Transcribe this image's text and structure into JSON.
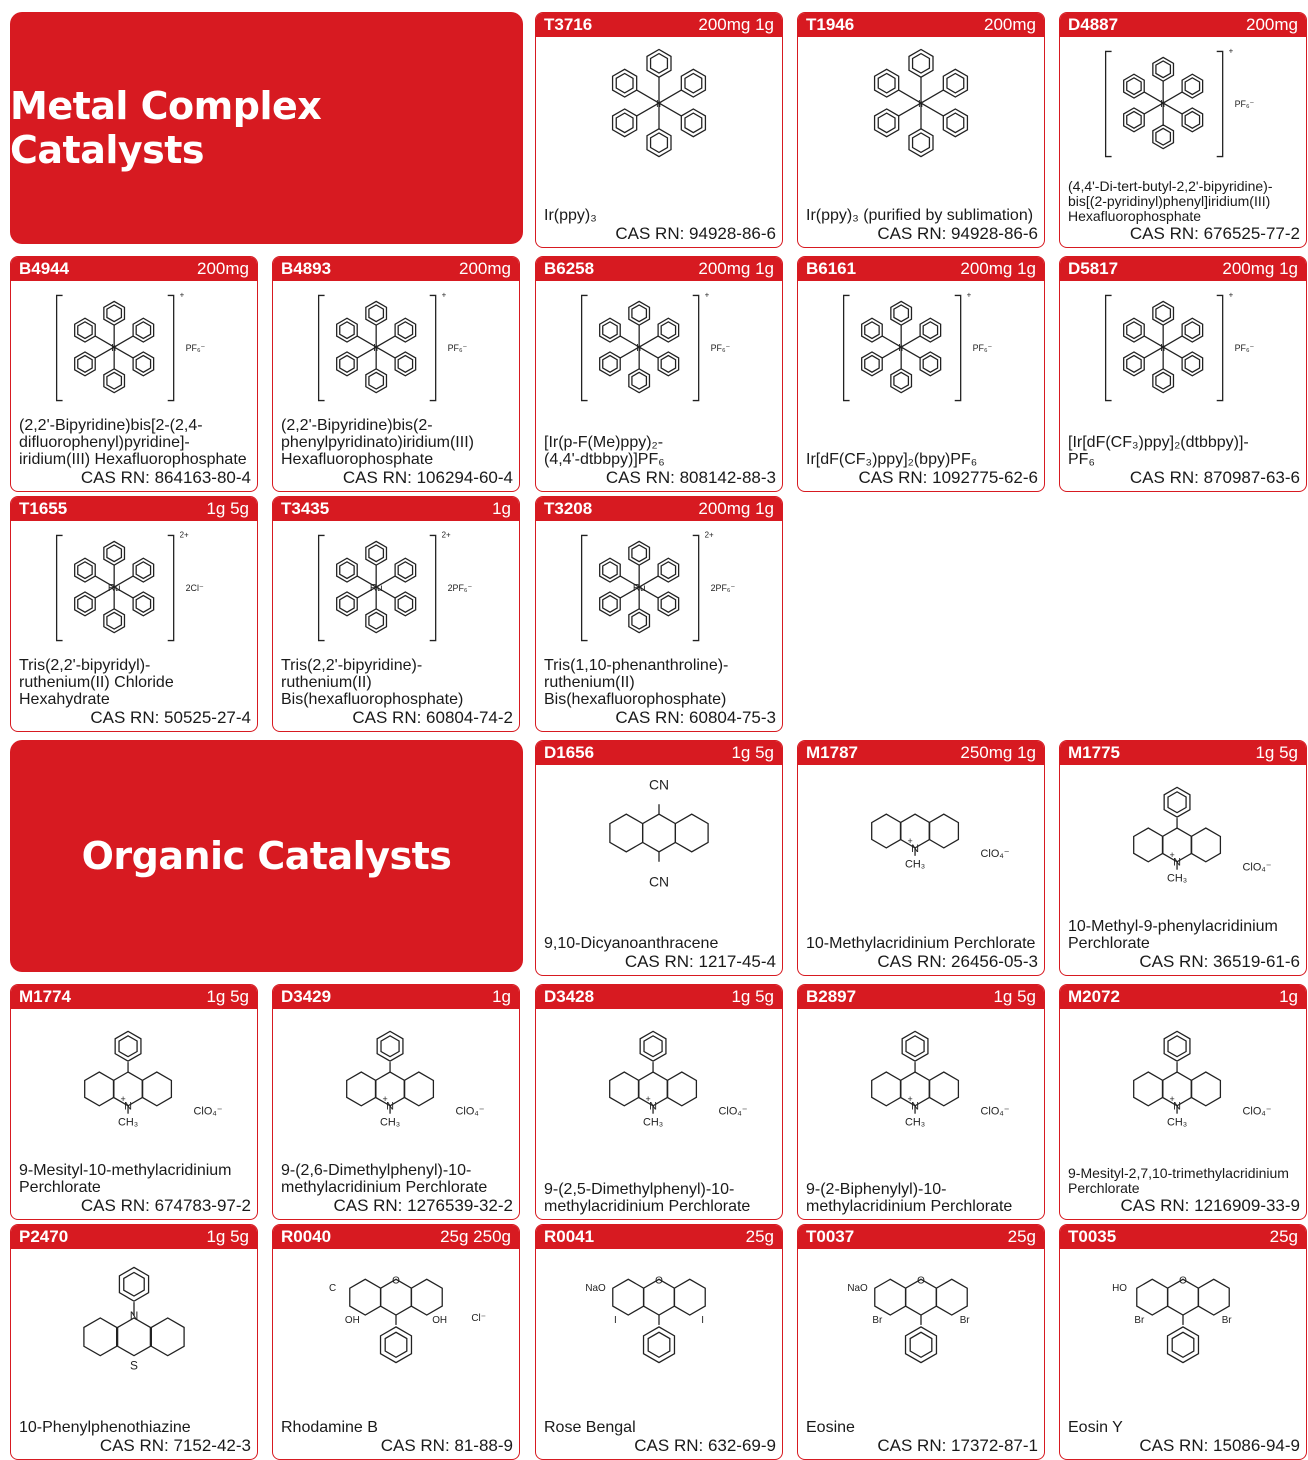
{
  "sections": [
    {
      "title": "Metal Complex Catalysts"
    },
    {
      "title": "Organic Catalysts"
    }
  ],
  "cards": [
    {
      "code": "T3716",
      "pack": "200mg 1g",
      "name": "Ir(ppy)₃",
      "cas": "CAS RN: 94928-86-6",
      "structure": "ir3"
    },
    {
      "code": "T1946",
      "pack": "200mg",
      "name": "Ir(ppy)₃ (purified by sublimation)",
      "cas": "CAS RN: 94928-86-6",
      "structure": "ir3"
    },
    {
      "code": "D4887",
      "pack": "200mg",
      "name": "(4,4'-Di-tert-butyl-2,2'-bipyridine)-\nbis[(2-pyridinyl)phenyl]iridium(III)\nHexafluorophosphate",
      "cas": "CAS RN: 676525-77-2",
      "structure": "irsalt",
      "ion": "PF₆⁻",
      "charge": "+",
      "small": true
    },
    {
      "code": "B4944",
      "pack": "200mg",
      "name": "(2,2'-Bipyridine)bis[2-(2,4-\ndifluorophenyl)pyridine]-\niridium(III) Hexafluorophosphate",
      "cas": "CAS RN: 864163-80-4",
      "structure": "irsalt",
      "ion": "PF₆⁻",
      "charge": "+"
    },
    {
      "code": "B4893",
      "pack": "200mg",
      "name": "(2,2'-Bipyridine)bis(2-\nphenylpyridinato)iridium(III)\nHexafluorophosphate",
      "cas": "CAS RN: 106294-60-4",
      "structure": "irsalt",
      "ion": "PF₆⁻",
      "charge": "+"
    },
    {
      "code": "B6258",
      "pack": "200mg 1g",
      "name": "[Ir(p-F(Me)ppy)₂-\n(4,4'-dtbbpy)]PF₆",
      "cas": "CAS RN: 808142-88-3",
      "structure": "irsalt",
      "ion": "PF₆⁻",
      "charge": "+"
    },
    {
      "code": "B6161",
      "pack": "200mg 1g",
      "name": "Ir[dF(CF₃)ppy]₂(bpy)PF₆",
      "cas": "CAS RN: 1092775-62-6",
      "structure": "irsalt",
      "ion": "PF₆⁻",
      "charge": "+"
    },
    {
      "code": "D5817",
      "pack": "200mg 1g",
      "name": "[Ir[dF(CF₃)ppy]₂(dtbbpy)]-\nPF₆",
      "cas": "CAS RN: 870987-63-6",
      "structure": "irsalt",
      "ion": "PF₆⁻",
      "charge": "+"
    },
    {
      "code": "T1655",
      "pack": "1g 5g",
      "name": "Tris(2,2'-bipyridyl)-\nruthenium(II) Chloride\nHexahydrate",
      "cas": "CAS RN: 50525-27-4",
      "structure": "rusalt",
      "ion": "2Cl⁻",
      "charge": "2+"
    },
    {
      "code": "T3435",
      "pack": "1g",
      "name": "Tris(2,2'-bipyridine)-\nruthenium(II)\nBis(hexafluorophosphate)",
      "cas": "CAS RN: 60804-74-2",
      "structure": "rusalt",
      "ion": "2PF₆⁻",
      "charge": "2+"
    },
    {
      "code": "T3208",
      "pack": "200mg 1g",
      "name": "Tris(1,10-phenanthroline)-\nruthenium(II)\nBis(hexafluorophosphate)",
      "cas": "CAS RN: 60804-75-3",
      "structure": "rusalt",
      "ion": "2PF₆⁻",
      "charge": "2+"
    },
    {
      "code": "D1656",
      "pack": "1g 5g",
      "name": "9,10-Dicyanoanthracene",
      "cas": "CAS RN: 1217-45-4",
      "structure": "anthracene",
      "subs": [
        "CN",
        "CN"
      ]
    },
    {
      "code": "M1787",
      "pack": "250mg 1g",
      "name": "10-Methylacridinium Perchlorate",
      "cas": "CAS RN: 26456-05-3",
      "structure": "acridinium",
      "ion": "ClO₄⁻",
      "subs": [
        "CH₃",
        "N",
        "+"
      ]
    },
    {
      "code": "M1775",
      "pack": "1g 5g",
      "name": "10-Methyl-9-phenylacridinium\nPerchlorate",
      "cas": "CAS RN: 36519-61-6",
      "structure": "arylacridinium",
      "ion": "ClO₄⁻",
      "subs": [
        "CH₃",
        "N",
        "+"
      ]
    },
    {
      "code": "M1774",
      "pack": "1g 5g",
      "name": "9-Mesityl-10-methylacridinium\nPerchlorate",
      "cas": "CAS RN: 674783-97-2",
      "structure": "arylacridinium",
      "ion": "ClO₄⁻",
      "subs": [
        "CH₃",
        "N",
        "+"
      ]
    },
    {
      "code": "D3429",
      "pack": "1g",
      "name": "9-(2,6-Dimethylphenyl)-10-\nmethylacridinium Perchlorate",
      "cas": "CAS RN: 1276539-32-2",
      "structure": "arylacridinium",
      "ion": "ClO₄⁻",
      "subs": [
        "CH₃",
        "N",
        "+"
      ]
    },
    {
      "code": "D3428",
      "pack": "1g 5g",
      "name": "9-(2,5-Dimethylphenyl)-10-\nmethylacridinium Perchlorate",
      "cas": "",
      "structure": "arylacridinium",
      "ion": "ClO₄⁻",
      "subs": [
        "CH₃",
        "N",
        "+"
      ]
    },
    {
      "code": "B2897",
      "pack": "1g 5g",
      "name": "9-(2-Biphenylyl)-10-\nmethylacridinium Perchlorate",
      "cas": "",
      "structure": "arylacridinium",
      "ion": "ClO₄⁻",
      "subs": [
        "CH₃",
        "N",
        "+"
      ]
    },
    {
      "code": "M2072",
      "pack": "1g",
      "name": "9-Mesityl-2,7,10-trimethylacridinium\nPerchlorate",
      "cas": "CAS RN: 1216909-33-9",
      "structure": "arylacridinium",
      "ion": "ClO₄⁻",
      "subs": [
        "CH₃",
        "N",
        "+"
      ],
      "small": true
    },
    {
      "code": "P2470",
      "pack": "1g 5g",
      "name": "10-Phenylphenothiazine",
      "cas": "CAS RN: 7152-42-3",
      "structure": "phenothiazine",
      "subs": [
        "N",
        "S"
      ]
    },
    {
      "code": "R0040",
      "pack": "25g 250g",
      "name": "Rhodamine B",
      "cas": "CAS RN: 81-88-9",
      "structure": "xanthene",
      "ion": "Cl⁻",
      "subs": [
        "O",
        "C",
        "OH"
      ]
    },
    {
      "code": "R0041",
      "pack": "25g",
      "name": "Rose Bengal",
      "cas": "CAS RN: 632-69-9",
      "structure": "xanthene",
      "subs": [
        "O",
        "NaO",
        "I"
      ]
    },
    {
      "code": "T0037",
      "pack": "25g",
      "name": "Eosine",
      "cas": "CAS RN: 17372-87-1",
      "structure": "xanthene",
      "subs": [
        "O",
        "NaO",
        "Br"
      ]
    },
    {
      "code": "T0035",
      "pack": "25g",
      "name": "Eosin Y",
      "cas": "CAS RN: 15086-94-9",
      "structure": "xanthene",
      "subs": [
        "O",
        "HO",
        "Br"
      ]
    }
  ]
}
